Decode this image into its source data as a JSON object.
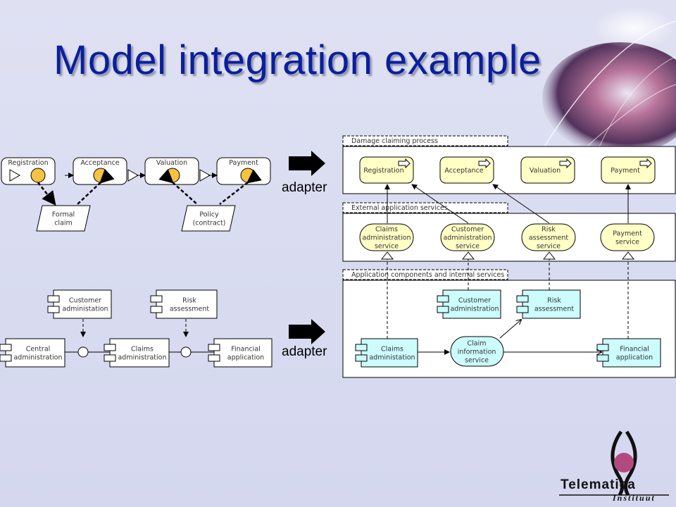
{
  "title": "Model integration example",
  "adapter_label": "adapter",
  "top_left": {
    "steps": [
      "Registration",
      "Acceptance",
      "Valuation",
      "Payment"
    ],
    "objects": [
      [
        "Formal",
        "claim"
      ],
      [
        "Policy",
        "(contract)"
      ]
    ]
  },
  "bottom_left": {
    "components": [
      [
        "Customer",
        "administation"
      ],
      [
        "Risk",
        "assessment"
      ],
      [
        "Central",
        "administration"
      ],
      [
        "Claims",
        "administration"
      ],
      [
        "Financial",
        "application"
      ]
    ]
  },
  "right": {
    "layers": [
      "Damage claiming process",
      "External application services",
      "Application components and internal services"
    ],
    "process_steps": [
      "Registration",
      "Acceptance",
      "Valuation",
      "Payment"
    ],
    "services": [
      [
        "Claims",
        "administration",
        "service"
      ],
      [
        "Customer",
        "administration",
        "service"
      ],
      [
        "Risk",
        "assessment",
        "service"
      ],
      [
        "Payment",
        "service"
      ]
    ],
    "components": [
      [
        "Customer",
        "administration"
      ],
      [
        "Risk",
        "assessment"
      ],
      [
        "Claims",
        "administation"
      ],
      [
        "Financial",
        "application"
      ]
    ],
    "internal_service": [
      "Claim",
      "information",
      "service"
    ]
  },
  "logo": {
    "name": "Telematica",
    "sub": "Instituut"
  }
}
